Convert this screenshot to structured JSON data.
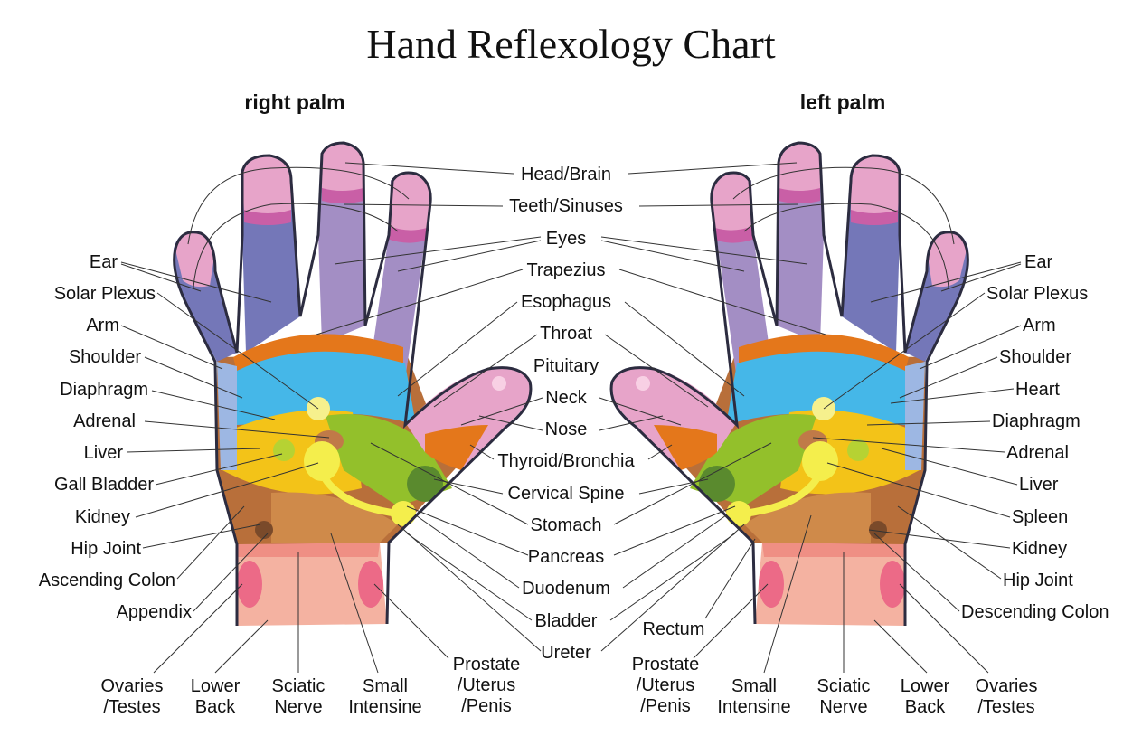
{
  "title": "Hand Reflexology Chart",
  "right_palm_label": "right palm",
  "left_palm_label": "left palm",
  "colors": {
    "finger_blue": "#7477b8",
    "finger_purple": "#a38ec4",
    "fingertip_pink": "#e7a4c9",
    "magenta_band": "#c95fa6",
    "orange_band": "#e4771b",
    "sky_blue": "#45b7e8",
    "yellow": "#f3c318",
    "green": "#93c02b",
    "brown": "#b86f3a",
    "wrist_pink": "#f4b2a1",
    "rose_spot": "#ec6a87"
  },
  "labels": {
    "right_side": [
      {
        "id": "ear",
        "text": "Ear"
      },
      {
        "id": "solar-plexus",
        "text": "Solar Plexus"
      },
      {
        "id": "arm",
        "text": "Arm"
      },
      {
        "id": "shoulder",
        "text": "Shoulder"
      },
      {
        "id": "diaphragm",
        "text": "Diaphragm"
      },
      {
        "id": "adrenal",
        "text": "Adrenal"
      },
      {
        "id": "liver",
        "text": "Liver"
      },
      {
        "id": "gall-bladder",
        "text": "Gall Bladder"
      },
      {
        "id": "kidney",
        "text": "Kidney"
      },
      {
        "id": "hip-joint",
        "text": "Hip Joint"
      },
      {
        "id": "ascending-colon",
        "text": "Ascending Colon"
      },
      {
        "id": "appendix",
        "text": "Appendix"
      }
    ],
    "center": [
      {
        "id": "head-brain",
        "text": "Head/Brain"
      },
      {
        "id": "teeth-sinuses",
        "text": "Teeth/Sinuses"
      },
      {
        "id": "eyes",
        "text": "Eyes"
      },
      {
        "id": "trapezius",
        "text": "Trapezius"
      },
      {
        "id": "esophagus",
        "text": "Esophagus"
      },
      {
        "id": "throat",
        "text": "Throat"
      },
      {
        "id": "pituitary",
        "text": "Pituitary"
      },
      {
        "id": "neck",
        "text": "Neck"
      },
      {
        "id": "nose",
        "text": "Nose"
      },
      {
        "id": "thyroid-bronchia",
        "text": "Thyroid/Bronchia"
      },
      {
        "id": "cervical-spine",
        "text": "Cervical Spine"
      },
      {
        "id": "stomach",
        "text": "Stomach"
      },
      {
        "id": "pancreas",
        "text": "Pancreas"
      },
      {
        "id": "duodenum",
        "text": "Duodenum"
      },
      {
        "id": "bladder",
        "text": "Bladder"
      },
      {
        "id": "ureter",
        "text": "Ureter"
      },
      {
        "id": "rectum",
        "text": "Rectum"
      }
    ],
    "left_side": [
      {
        "id": "ear-l",
        "text": "Ear"
      },
      {
        "id": "solar-plexus-l",
        "text": "Solar Plexus"
      },
      {
        "id": "arm-l",
        "text": "Arm"
      },
      {
        "id": "shoulder-l",
        "text": "Shoulder"
      },
      {
        "id": "heart",
        "text": "Heart"
      },
      {
        "id": "diaphragm-l",
        "text": "Diaphragm"
      },
      {
        "id": "adrenal-l",
        "text": "Adrenal"
      },
      {
        "id": "liver-l",
        "text": "Liver"
      },
      {
        "id": "spleen",
        "text": "Spleen"
      },
      {
        "id": "kidney-l",
        "text": "Kidney"
      },
      {
        "id": "hip-joint-l",
        "text": "Hip Joint"
      },
      {
        "id": "descending-colon",
        "text": "Descending Colon"
      }
    ],
    "bottom_right_hand": [
      {
        "id": "ovaries-testes",
        "text": "Ovaries\n/Testes"
      },
      {
        "id": "lower-back",
        "text": "Lower\nBack"
      },
      {
        "id": "sciatic-nerve",
        "text": "Sciatic\nNerve"
      },
      {
        "id": "small-intensine",
        "text": "Small\nIntensine"
      },
      {
        "id": "prostate-uterus-penis",
        "text": "Prostate\n/Uterus\n/Penis"
      }
    ],
    "bottom_left_hand": [
      {
        "id": "prostate-uterus-penis-l",
        "text": "Prostate\n/Uterus\n/Penis"
      },
      {
        "id": "small-intensine-l",
        "text": "Small\nIntensine"
      },
      {
        "id": "sciatic-nerve-l",
        "text": "Sciatic\nNerve"
      },
      {
        "id": "lower-back-l",
        "text": "Lower\nBack"
      },
      {
        "id": "ovaries-testes-l",
        "text": "Ovaries\n/Testes"
      }
    ]
  }
}
